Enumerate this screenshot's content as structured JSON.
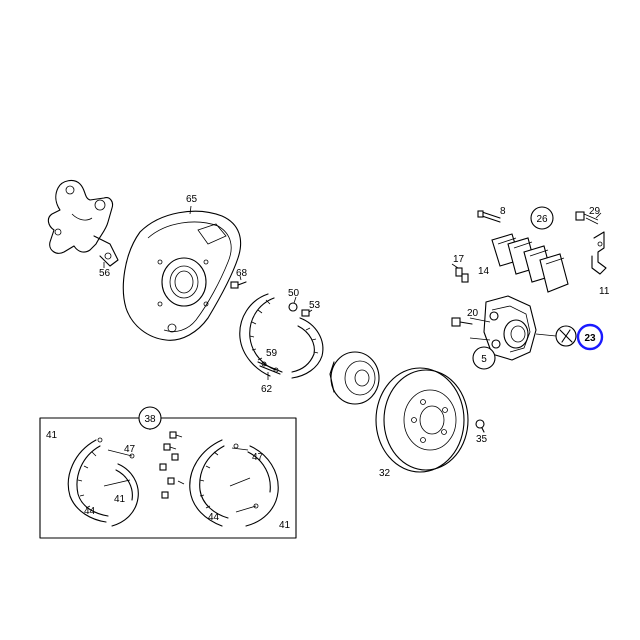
{
  "labels": {
    "p65": "65",
    "p56": "56",
    "p68": "68",
    "p50": "50",
    "p53": "53",
    "p59": "59",
    "p62": "62",
    "p8": "8",
    "p26": "26",
    "p29": "29",
    "p17": "17",
    "p14": "14",
    "p11": "11",
    "p20": "20",
    "p5": "5",
    "p23": "23",
    "p32": "32",
    "p35": "35",
    "p38": "38",
    "p41a": "41",
    "p47a": "47",
    "p41b": "41",
    "p44a": "44",
    "p47b": "47",
    "p44b": "44",
    "p41c": "41"
  },
  "highlight": {
    "color": "#1a1aff"
  }
}
